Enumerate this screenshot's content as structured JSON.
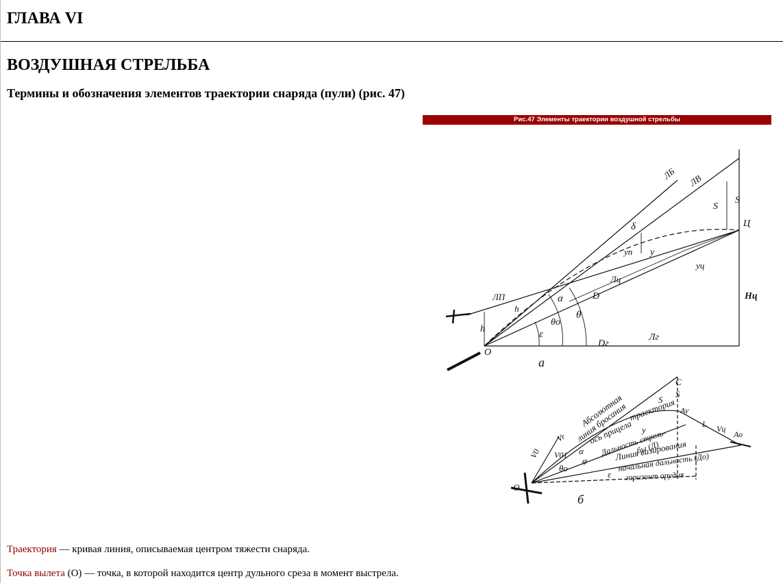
{
  "chapter_title": "ГЛАВА VI",
  "section_title": "ВОЗДУШНАЯ СТРЕЛЬБА",
  "subsection_title": "Термины и обозначения элементов траектории снаряда (пули) (рис. 47)",
  "figure": {
    "caption": "Рис.47 Элементы траектории воздушной стрельбы",
    "diagram_a": {
      "sublabel": "а",
      "labels": {
        "lb": "ЛБ",
        "lv": "ЛВ",
        "lp": "ЛП",
        "lc": "Лц",
        "lg": "Лг",
        "s_upper": "S",
        "s_inner": "S",
        "c": "Ц",
        "delta": "δ",
        "yp": "уп",
        "y": "у",
        "yc": "уц",
        "alpha": "α",
        "d": "D",
        "theta0": "θо",
        "theta": "θ",
        "eps": "ε",
        "h": "h",
        "h_inner": "h",
        "o": "О",
        "dg": "Dг",
        "hc": "Нц"
      }
    },
    "diagram_b": {
      "sublabel": "б",
      "labels": {
        "c": "С",
        "s1": "S",
        "s2": "S",
        "ay": "Ау",
        "ao": "Ао",
        "abs1": "Абсолютная",
        "abs2": "линия бросания",
        "traj": "траектория",
        "sight": "ось прицела",
        "range1": "Дальность стрель-",
        "range2": "бы (Д)",
        "vis": "Линия визирования",
        "init_range": "начальная дальность (До)",
        "horizon": "горизонт орудия",
        "l": "L",
        "vc": "Vц",
        "vr": "Vr",
        "v0": "V0",
        "v01": "V01",
        "alpha": "α",
        "y": "у",
        "phi": "φ",
        "theta0": "θо",
        "eps": "ε",
        "o": "О"
      }
    }
  },
  "paragraphs": [
    {
      "term": "Траектория",
      "text": " — кривая линия, описываемая центром тяжести снаряда."
    },
    {
      "term": "Точка вылета",
      "text": " (О) — точка, в которой находится центр дульного среза в момент выстрела."
    }
  ]
}
